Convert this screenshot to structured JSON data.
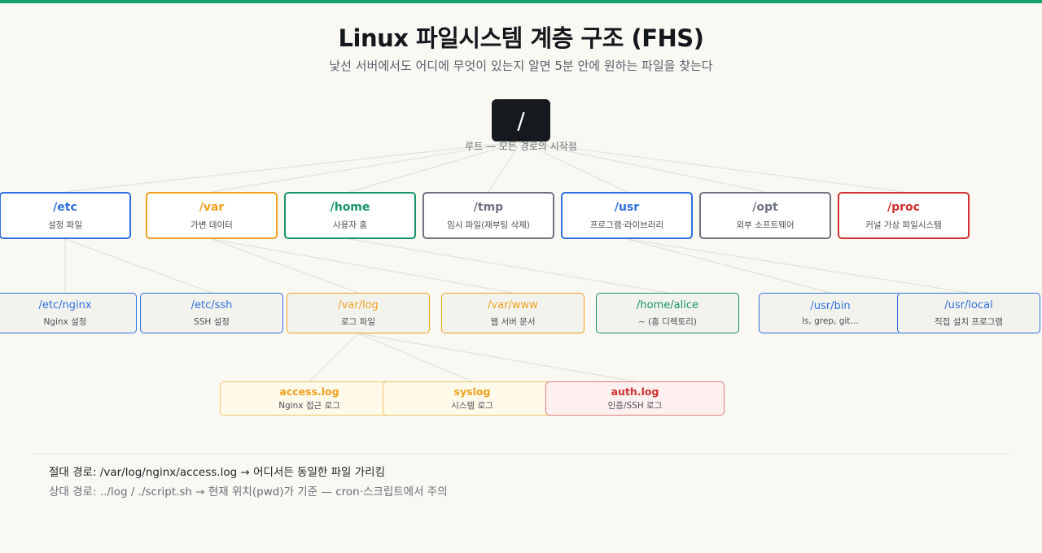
{
  "title": "Linux 파일시스템 계층 구조 (FHS)",
  "subtitle": "낯선 서버에서도 어디에 무엇이 있는지 알면 5분 안에 원하는 파일을 찾는다",
  "colors": {
    "accent_bar": "#16a070",
    "blue": "#2f6fdf",
    "orange": "#f0a01c",
    "green": "#16936a",
    "gray": "#6e7380",
    "red": "#d0302f",
    "root_bg": "#16191e",
    "background": "#f9f8f3"
  },
  "root": {
    "name": "/",
    "caption": "루트 — 모든 경로의 시작점"
  },
  "level1": [
    {
      "id": "etc",
      "name": "/etc",
      "desc": "설정 파일",
      "color": "blue"
    },
    {
      "id": "var",
      "name": "/var",
      "desc": "가변 데이터",
      "color": "orange"
    },
    {
      "id": "home",
      "name": "/home",
      "desc": "사용자 홈",
      "color": "green"
    },
    {
      "id": "tmp",
      "name": "/tmp",
      "desc": "임시 파일(재부팅 삭제)",
      "color": "gray"
    },
    {
      "id": "usr",
      "name": "/usr",
      "desc": "프로그램·라이브러리",
      "color": "blue"
    },
    {
      "id": "opt",
      "name": "/opt",
      "desc": "외부 소프트웨어",
      "color": "gray"
    },
    {
      "id": "proc",
      "name": "/proc",
      "desc": "커널 가상 파일시스템",
      "color": "red"
    }
  ],
  "level2": [
    {
      "id": "etc-nginx",
      "name": "/etc/nginx",
      "desc": "Nginx 설정",
      "parent": "etc",
      "color": "blue"
    },
    {
      "id": "etc-ssh",
      "name": "/etc/ssh",
      "desc": "SSH 설정",
      "parent": "etc",
      "color": "blue"
    },
    {
      "id": "var-log",
      "name": "/var/log",
      "desc": "로그 파일",
      "parent": "var",
      "color": "orange"
    },
    {
      "id": "var-www",
      "name": "/var/www",
      "desc": "웹 서버 문서",
      "parent": "var",
      "color": "orange"
    },
    {
      "id": "home-alice",
      "name": "/home/alice",
      "desc": "~ (홈 디렉토리)",
      "parent": "home",
      "color": "green"
    },
    {
      "id": "usr-bin",
      "name": "/usr/bin",
      "desc": "ls, grep, git…",
      "parent": "usr",
      "color": "blue"
    },
    {
      "id": "usr-local",
      "name": "/usr/local",
      "desc": "직접 설치 프로그램",
      "parent": "usr",
      "color": "blue"
    }
  ],
  "level3": [
    {
      "id": "access-log",
      "name": "access.log",
      "desc": "Nginx 접근 로그",
      "parent": "var-log",
      "color": "orange"
    },
    {
      "id": "syslog",
      "name": "syslog",
      "desc": "시스템 로그",
      "parent": "var-log",
      "color": "orange"
    },
    {
      "id": "auth-log",
      "name": "auth.log",
      "desc": "인증/SSH 로그",
      "parent": "var-log",
      "color": "red"
    }
  ],
  "notes": {
    "absolute": "절대 경로: /var/log/nginx/access.log → 어디서든 동일한 파일 가리킴",
    "relative": "상대 경로: ../log / ./script.sh → 현재 위치(pwd)가 기준 — cron·스크립트에서 주의"
  }
}
